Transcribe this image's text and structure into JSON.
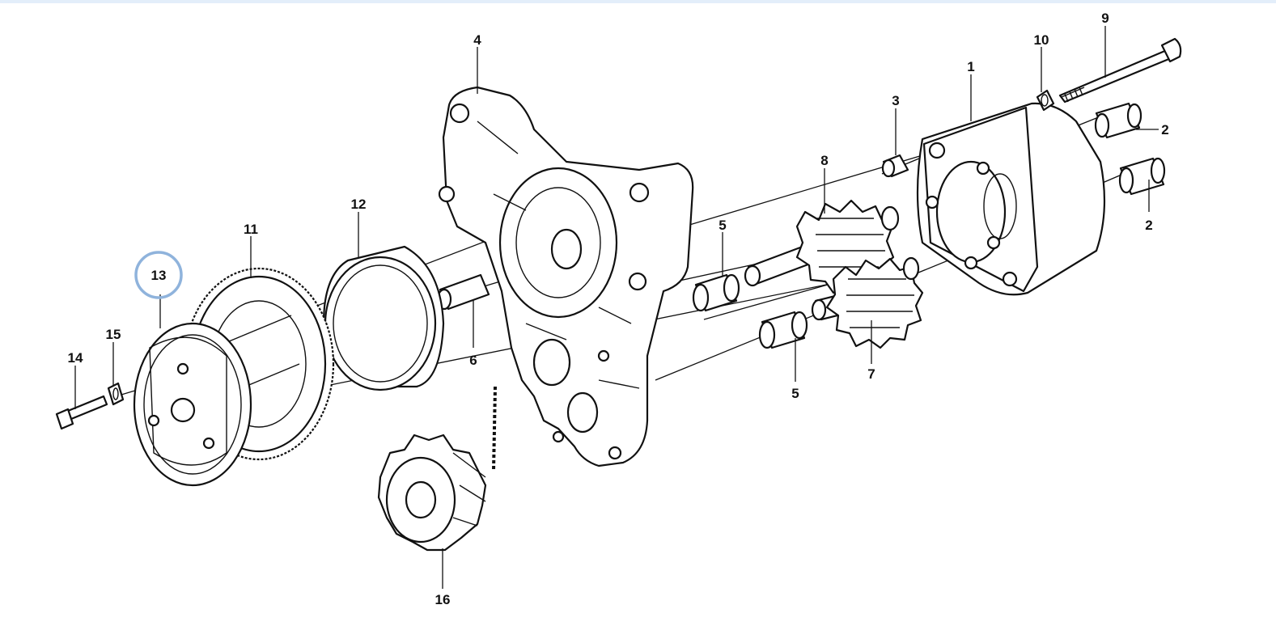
{
  "diagram": {
    "highlight_color": "#8fb3dc",
    "selected_callout": "13",
    "callouts": {
      "c1": "1",
      "c2a": "2",
      "c2b": "2",
      "c3": "3",
      "c4": "4",
      "c5a": "5",
      "c5b": "5",
      "c6": "6",
      "c7": "7",
      "c8": "8",
      "c9": "9",
      "c10": "10",
      "c11": "11",
      "c12": "12",
      "c13": "13",
      "c14": "14",
      "c15": "15",
      "c16": "16"
    }
  }
}
